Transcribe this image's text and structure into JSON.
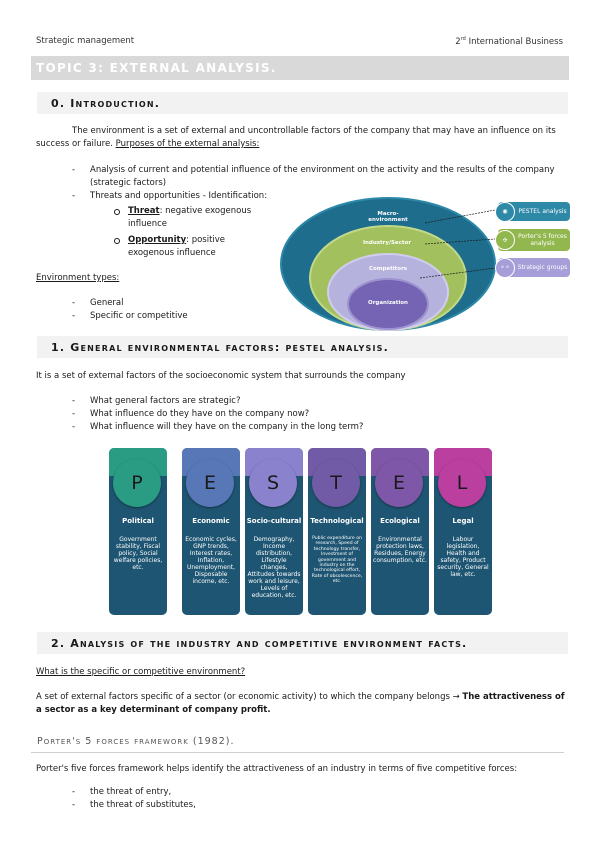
{
  "header": {
    "left": "Strategic management",
    "right_num": "2",
    "right_sup": "rd",
    "right_rest": "International Business"
  },
  "topic_title": "TOPIC 3: EXTERNAL ANALYSIS.",
  "sections": {
    "s0": "0.  Introduction.",
    "s1": "1.  General environmental factors: pestel analysis.",
    "s2": "2.  Analysis of the industry and competitive environment facts."
  },
  "intro": {
    "para_a": "The environment is a set of external and uncontrollable factors of the company that may have an influence on its success or failure. ",
    "para_b": "Purposes of the external analysis:",
    "bullet1": "Analysis of current and potential influence of the environment on the activity and the results of the company (strategic factors)",
    "bullet2": "Threats and opportunities - Identification:",
    "threat_term": "Threat",
    "threat_desc": ": negative exogenous influence",
    "opp_term": "Opportunity",
    "opp_desc": ": positive exogenous influence",
    "env_types": "Environment types:",
    "env1": "General",
    "env2": "Specific or competitive"
  },
  "diagram": {
    "rings": [
      "Macro-environment",
      "Industry/Sector",
      "Competitors",
      "Organization"
    ],
    "legend": [
      "PESTEL analysis",
      "Porter's 5 forces analysis",
      "Strategic groups"
    ],
    "colors": {
      "outer": "#1f6d8c",
      "industry": "#a2c05e",
      "competitors": "#b6b2de",
      "org": "#7464b3",
      "pestel": "#2e89a7",
      "porter": "#92b74e",
      "groups": "#a59ed8"
    }
  },
  "pestel": {
    "intro": "It is a set of external factors of the socioeconomic system that surrounds the company",
    "questions": [
      "What general factors are strategic?",
      "What influence do they have on the company now?",
      "What influence will they have on the company in the long term?"
    ],
    "columns": [
      {
        "letter": "P",
        "title": "Political",
        "desc": "Government stability, Fiscal policy, Social welfare policies, etc.",
        "color": "#2a9c84"
      },
      {
        "letter": "E",
        "title": "Economic",
        "desc": "Economic cycles, GNP trends, Interest rates, Inflation, Unemployment, Disposable income, etc.",
        "color": "#5877b7"
      },
      {
        "letter": "S",
        "title": "Socio-cultural",
        "desc": "Demography, Income distribution, Lifestyle changes, Attitudes towards work and leisure, Levels of education, etc.",
        "color": "#8a82cc"
      },
      {
        "letter": "T",
        "title": "Technological",
        "desc": "Public expenditure on research, Speed of technology transfer, Investment of government and industry on the technological effort, Rate of obsolescence, etc.",
        "color": "#715ba6"
      },
      {
        "letter": "E",
        "title": "Ecological",
        "desc": "Environmental protection laws, Residues, Energy consumption, etc.",
        "color": "#7e57a8"
      },
      {
        "letter": "L",
        "title": "Legal",
        "desc": "Labour legislation, Health and safety, Product security, General law, etc.",
        "color": "#ba3f9f"
      }
    ]
  },
  "industry": {
    "question": "What is the specific or competitive environment?",
    "para_a": "A set of external factors specific of a sector (or economic activity) to which the company belongs → ",
    "para_b": "The attractiveness of a sector as a key determinant of company profit."
  },
  "porter": {
    "heading": "Porter's 5 forces framework (1982).",
    "intro": "Porter's five forces framework helps identify the attractiveness of an industry in terms of five competitive forces:",
    "items": [
      "the threat of entry,",
      "the threat of substitutes,"
    ]
  }
}
